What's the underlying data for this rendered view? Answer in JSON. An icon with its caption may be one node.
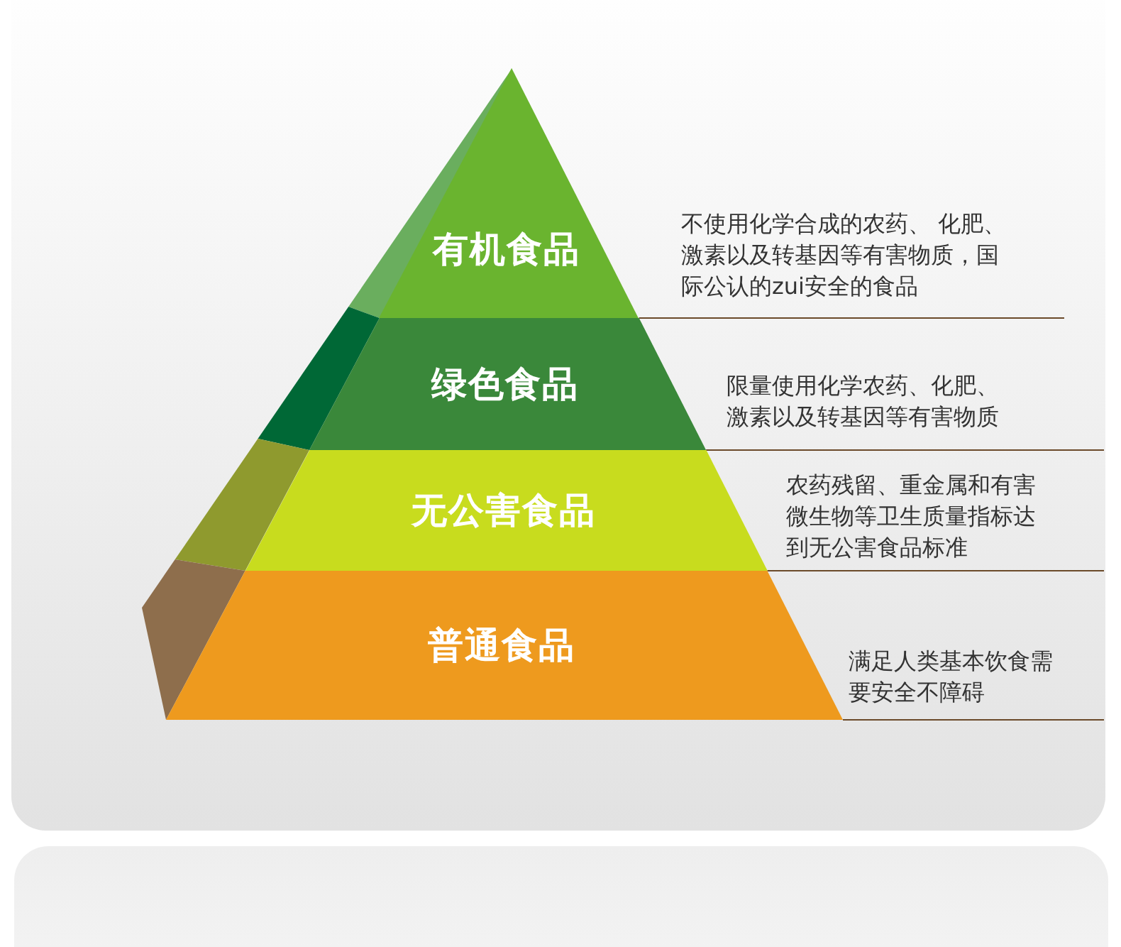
{
  "diagram": {
    "nodes": [
      {
        "text": [
          "有机食品"
        ]
      },
      {
        "text": [
          "绿色食品"
        ]
      },
      {
        "text": [
          "无公害食品"
        ]
      },
      {
        "text": [
          "普通食品"
        ]
      }
    ],
    "labels": [
      "不使用化学合成的农药、 化肥、激素以及转基因等有害物质，国际公认的zui安全的食品",
      "限量使用化学农药、化肥、激素以及转基因等有害物质",
      "农药残留、重金属和有害微生物等卫生质量指标达到无公害食品标准",
      "满足人类基本饮食需要安全不障碍"
    ]
  }
}
